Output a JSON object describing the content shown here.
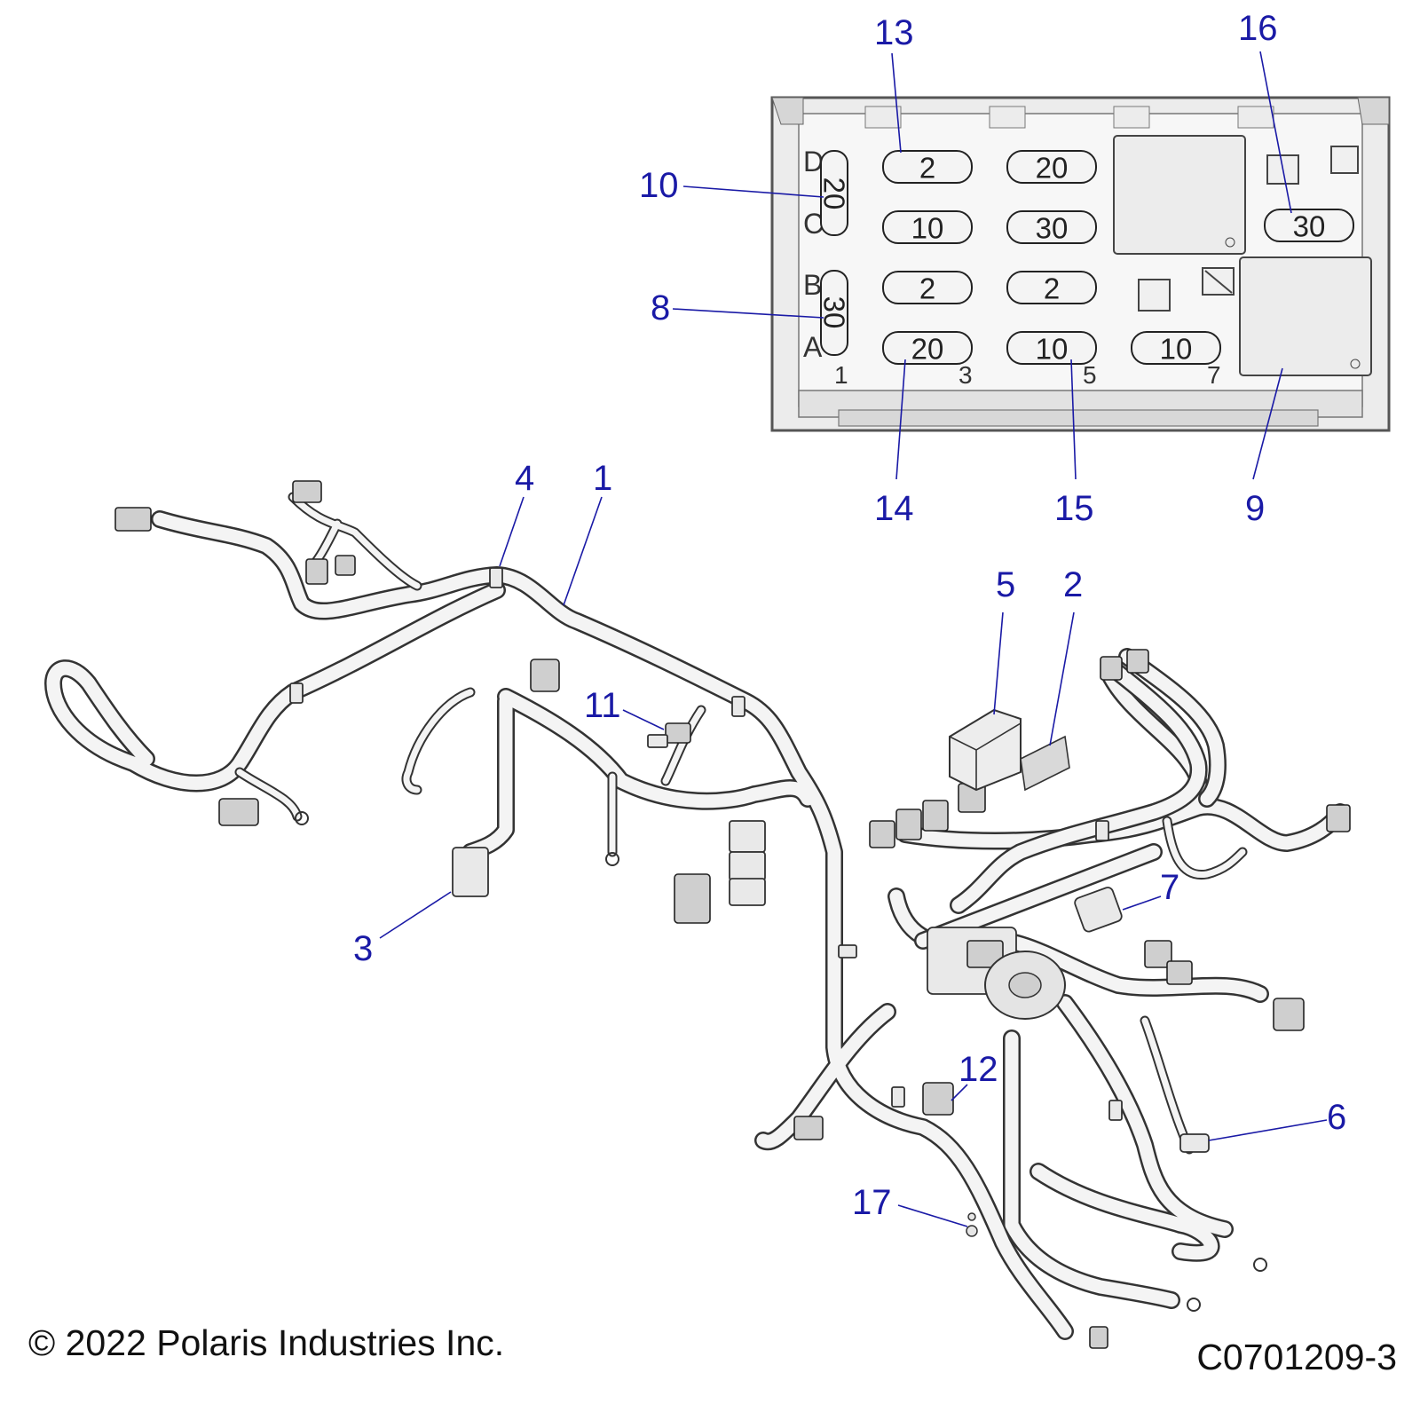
{
  "callouts": {
    "c1": "1",
    "c2": "2",
    "c3": "3",
    "c4": "4",
    "c5": "5",
    "c6": "6",
    "c7": "7",
    "c8": "8",
    "c9": "9",
    "c10": "10",
    "c11": "11",
    "c12": "12",
    "c13": "13",
    "c14": "14",
    "c15": "15",
    "c16": "16",
    "c17": "17"
  },
  "fuse_box": {
    "rows": {
      "a": "A",
      "b": "B",
      "c": "C",
      "d": "D"
    },
    "columns": {
      "col1": "1",
      "col3": "3",
      "col5": "5",
      "col7": "7"
    },
    "fuses": {
      "d_left": "2",
      "d_mid": "20",
      "c_left": "10",
      "c_mid": "30",
      "c_right": "30",
      "b_left": "2",
      "b_mid": "2",
      "a_left": "20",
      "a_mid": "10",
      "a_right": "10",
      "vert_upper": "20",
      "vert_lower": "30"
    }
  },
  "footer": {
    "copyright": "© 2022 Polaris Industries Inc.",
    "figure_id": "C0701209-3"
  }
}
